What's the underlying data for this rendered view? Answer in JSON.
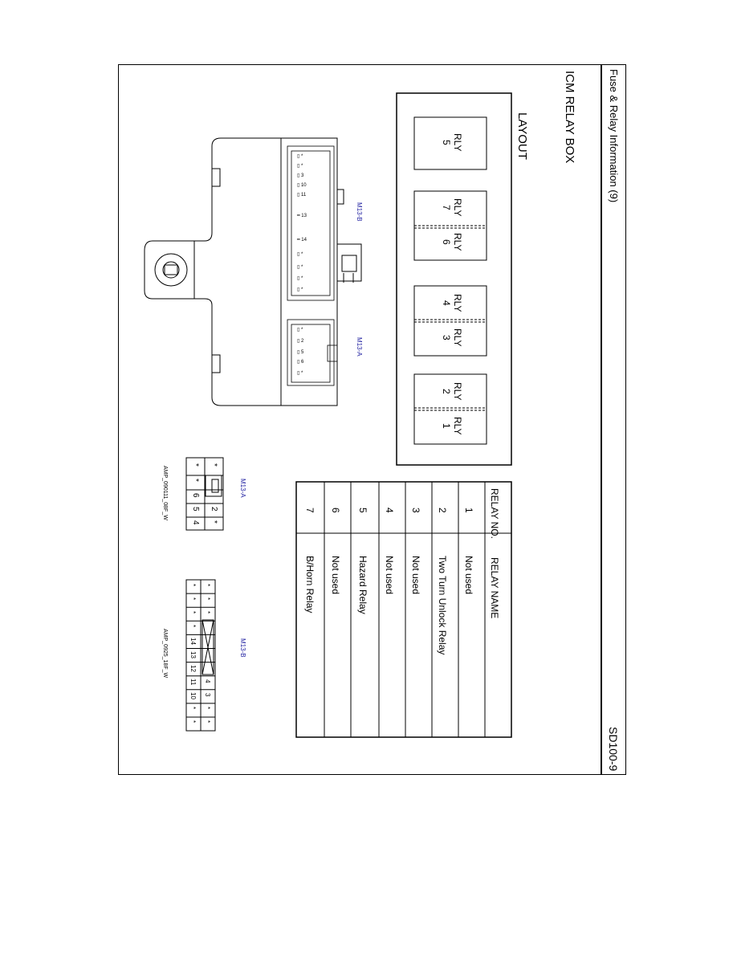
{
  "header": {
    "title": "Fuse & Relay Information (9)",
    "code": "SD100-9"
  },
  "box_title": "ICM RELAY BOX",
  "layout_label": "LAYOUT",
  "relays": [
    {
      "id": "5",
      "label": "RLY",
      "num": "5"
    },
    {
      "id": "7",
      "label": "RLY",
      "num": "7"
    },
    {
      "id": "6",
      "label": "RLY",
      "num": "6"
    },
    {
      "id": "4",
      "label": "RLY",
      "num": "4"
    },
    {
      "id": "3",
      "label": "RLY",
      "num": "3"
    },
    {
      "id": "2",
      "label": "RLY",
      "num": "2"
    },
    {
      "id": "1",
      "label": "RLY",
      "num": "1"
    }
  ],
  "connectors": {
    "m13b_label": "M13-B",
    "m13a_label": "M13-A",
    "m13a_detail": {
      "label": "M13-A",
      "part": "AMP_090111_08F_W",
      "top_row": [
        "",
        "2",
        "*"
      ],
      "bottom_row": [
        "*",
        "*",
        "6",
        "5",
        "4"
      ],
      "extra_row": [
        "*",
        "*"
      ]
    },
    "m13b_detail": {
      "label": "M13-B",
      "part": "AMP_0925_18F_W",
      "top_row": [
        "*",
        "*",
        "*",
        "",
        "",
        "",
        "4",
        "3",
        "*",
        "*"
      ],
      "bottom_row": [
        "*",
        "*",
        "*",
        "*",
        "14",
        "13",
        "12",
        "11",
        "10",
        "*",
        "*"
      ]
    }
  },
  "table": {
    "headers": [
      "RELAY NO.",
      "RELAY NAME"
    ],
    "rows": [
      {
        "no": "1",
        "name": "Not used"
      },
      {
        "no": "2",
        "name": "Two Turn Unlock Relay"
      },
      {
        "no": "3",
        "name": "Not used"
      },
      {
        "no": "4",
        "name": "Not used"
      },
      {
        "no": "5",
        "name": "Hazard Relay"
      },
      {
        "no": "6",
        "name": "Not used"
      },
      {
        "no": "7",
        "name": "B/Horn Relay"
      }
    ]
  },
  "colors": {
    "line": "#000000",
    "label_blue": "#1f1fa0"
  }
}
